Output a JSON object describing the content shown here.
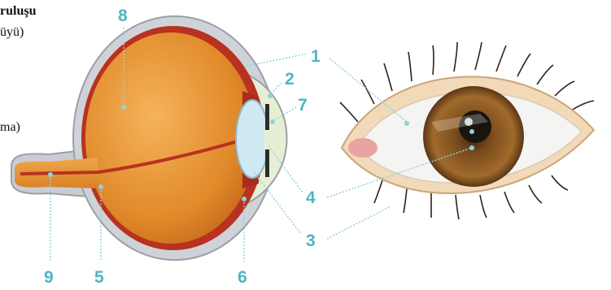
{
  "text_fragments": {
    "heading_fragment": "ruluşu",
    "line2_fragment": "üyü)",
    "line3_fragment": "ma)"
  },
  "labels": [
    "8",
    "1",
    "2",
    "7",
    "4",
    "3",
    "9",
    "5",
    "6"
  ],
  "colors": {
    "leader_line": "#8fd3dc",
    "label_number": "#4fb4c4",
    "sclera_outer": "#bfc3c8",
    "eyeball_orange": "#e08a2a",
    "choroid_red": "#c0392b",
    "lens": "#cfe9f2",
    "cornea": "#e9f0d9",
    "iris_brown": "#8a5a22"
  }
}
